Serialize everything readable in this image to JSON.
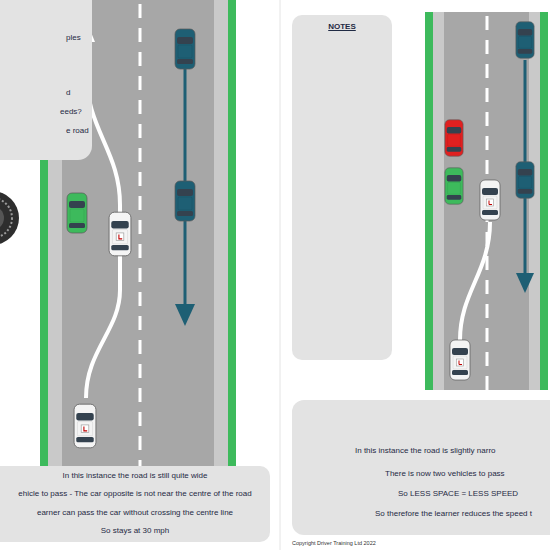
{
  "diagram": {
    "nodes": [
      {
        "text": [
          "ples",
          "d",
          "eeds?",
          "e road"
        ]
      },
      {
        "text": [
          "In this instance the road is still quite wide",
          "ehicle to pass - The car opposite is not near the centre of the road",
          "earner can pass the car without crossing the centre line",
          "So stays at 30 mph"
        ]
      },
      {
        "text": [
          "NOTES"
        ]
      },
      {
        "text": [
          "In this instance the road is slightly narro",
          "There is now two vehicles to pass",
          "So LESS SPACE = LESS SPEED",
          "So therefore the learner reduces the speed t"
        ]
      }
    ],
    "labels": [
      "Copyright Driver Training Ltd 2022"
    ]
  }
}
